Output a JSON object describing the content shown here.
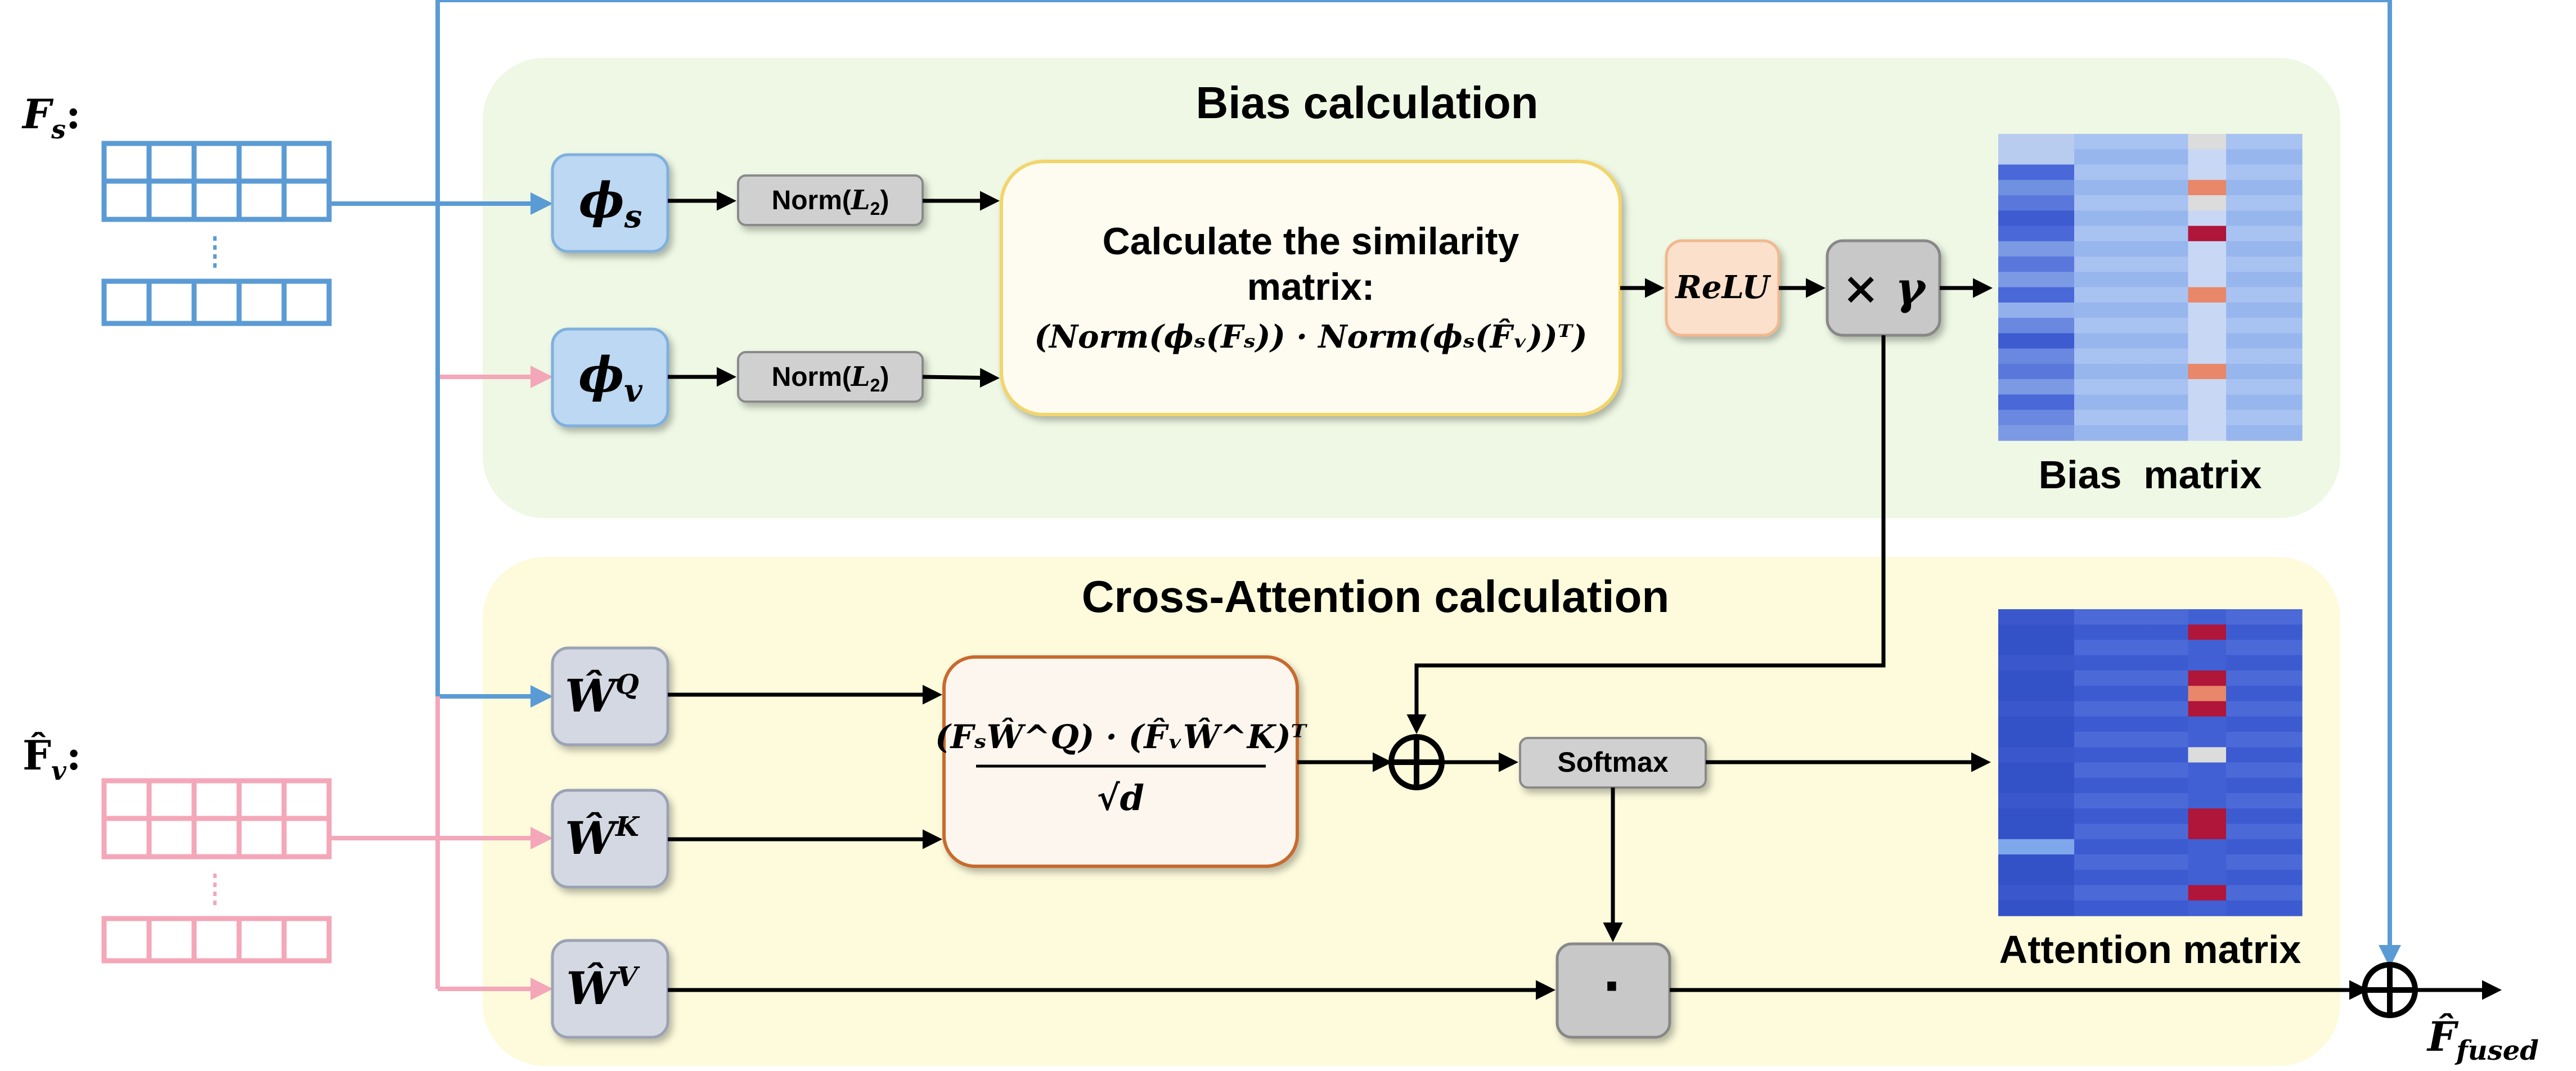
{
  "inputs": {
    "fs_label": {
      "main": "F",
      "sub": "s",
      "suffix": ":"
    },
    "fv_label": {
      "main": "F̂",
      "sub": "v",
      "suffix": ":"
    }
  },
  "bias_section": {
    "title": "Bias calculation",
    "phi_s": {
      "main": "ϕ",
      "sub": "s"
    },
    "phi_v": {
      "main": "ϕ",
      "sub": "v"
    },
    "norm_top": {
      "text": "Norm(",
      "var": "L",
      "sub": "2",
      "close": ")"
    },
    "norm_bottom": {
      "text": "Norm(",
      "var": "L",
      "sub": "2",
      "close": ")"
    },
    "similarity": {
      "line1": "Calculate the similarity",
      "line2": "matrix:",
      "formula": "(Norm(ϕₛ(Fₛ)) · Norm(ϕₛ(F̂ᵥ))ᵀ)"
    },
    "relu": "ReLU",
    "gamma": "× γ",
    "bias_matrix_label": "Bias  matrix"
  },
  "attention_section": {
    "title": "Cross-Attention calculation",
    "wq": {
      "main": "Ŵ",
      "sup": "Q"
    },
    "wk": {
      "main": "Ŵ",
      "sup": "K"
    },
    "wv": {
      "main": "Ŵ",
      "sup": "V"
    },
    "formula_numerator": "(FₛŴ^Q) · (F̂ᵥŴ^K)ᵀ",
    "formula_denominator": "√d",
    "softmax": "Softmax",
    "dot": "·",
    "attention_matrix_label": "Attention matrix"
  },
  "output": {
    "main": "F̂",
    "sub": "fused"
  },
  "colors": {
    "blue_line": "#5b9bd5",
    "pink_line": "#f4a7b9",
    "bias_bg": "#eef8e4",
    "attention_bg": "#fdfbdc",
    "phi_fill": "#bcd8f2",
    "grey_fill": "#d0d0d0",
    "relu_fill": "#fbe0cc",
    "similarity_fill": "#fefcf0",
    "similarity_stroke": "#f2d56a",
    "formula_stroke": "#c86b2f"
  }
}
